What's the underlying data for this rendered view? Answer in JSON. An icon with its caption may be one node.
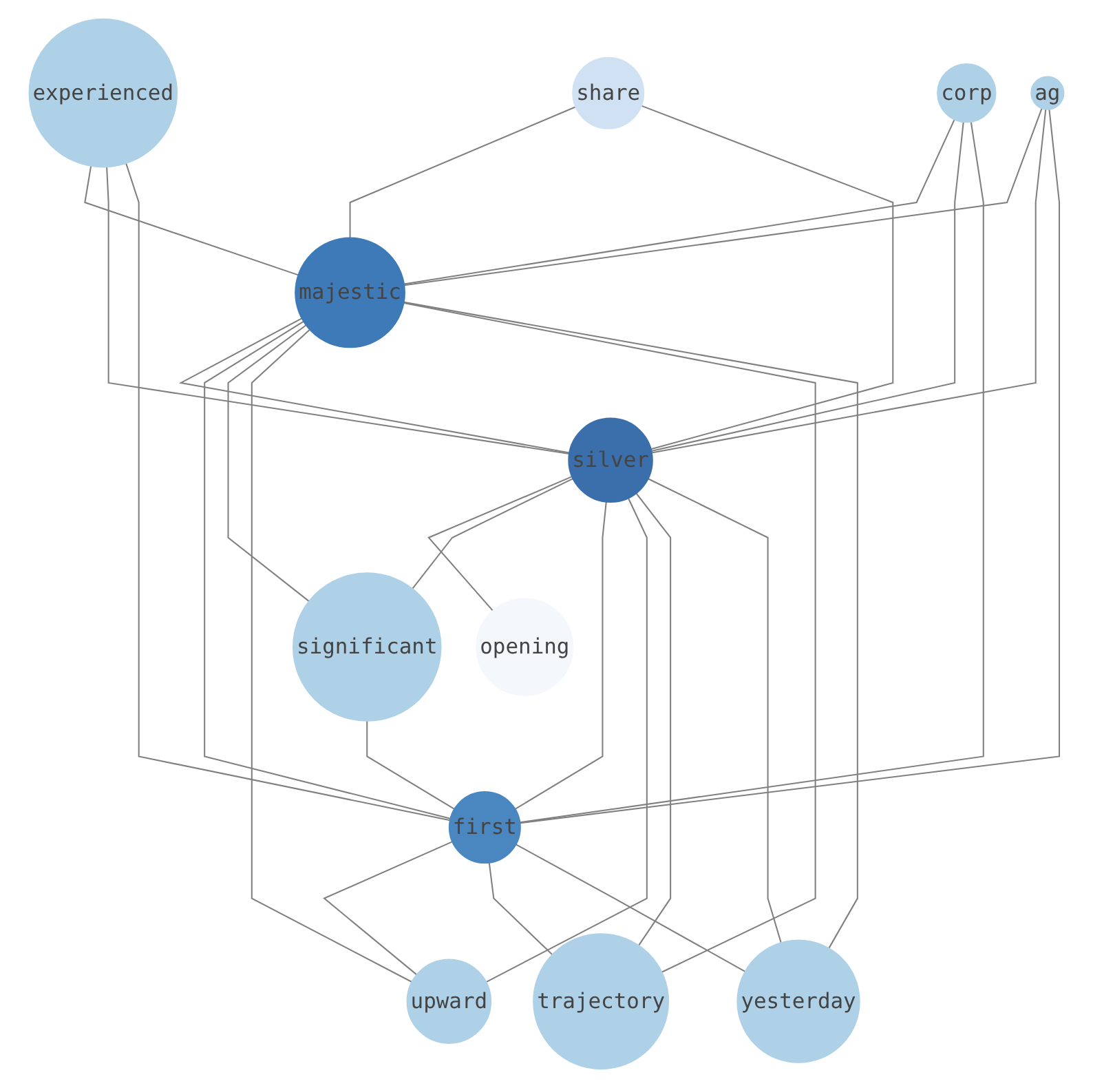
{
  "diagram": {
    "nodes": [
      {
        "text": [
          "share"
        ]
      },
      {
        "text": [
          "experienced"
        ]
      },
      {
        "text": [
          "corp"
        ]
      },
      {
        "text": [
          "ag"
        ]
      },
      {
        "text": [
          "majestic"
        ]
      },
      {
        "text": [
          "silver"
        ]
      },
      {
        "text": [
          "opening"
        ]
      },
      {
        "text": [
          "significant"
        ]
      },
      {
        "text": [
          "first"
        ]
      },
      {
        "text": [
          "upward"
        ]
      },
      {
        "text": [
          "trajectory"
        ]
      },
      {
        "text": [
          "yesterday"
        ]
      }
    ],
    "edges": [
      {
        "from": 0,
        "to": 4,
        "arrow": "none"
      },
      {
        "from": 0,
        "to": 5,
        "arrow": "none"
      },
      {
        "from": 1,
        "to": 4,
        "arrow": "none"
      },
      {
        "from": 1,
        "to": 5,
        "arrow": "none"
      },
      {
        "from": 1,
        "to": 8,
        "arrow": "none"
      },
      {
        "from": 2,
        "to": 4,
        "arrow": "none"
      },
      {
        "from": 2,
        "to": 5,
        "arrow": "none"
      },
      {
        "from": 2,
        "to": 8,
        "arrow": "none"
      },
      {
        "from": 3,
        "to": 4,
        "arrow": "none"
      },
      {
        "from": 3,
        "to": 5,
        "arrow": "none"
      },
      {
        "from": 3,
        "to": 8,
        "arrow": "none"
      },
      {
        "from": 4,
        "to": 5,
        "arrow": "none"
      },
      {
        "from": 4,
        "to": 8,
        "arrow": "none"
      },
      {
        "from": 4,
        "to": 7,
        "arrow": "none"
      },
      {
        "from": 4,
        "to": 9,
        "arrow": "none"
      },
      {
        "from": 4,
        "to": 10,
        "arrow": "none"
      },
      {
        "from": 4,
        "to": 11,
        "arrow": "none"
      },
      {
        "from": 5,
        "to": 6,
        "arrow": "none"
      },
      {
        "from": 5,
        "to": 7,
        "arrow": "none"
      },
      {
        "from": 5,
        "to": 8,
        "arrow": "none"
      },
      {
        "from": 5,
        "to": 9,
        "arrow": "none"
      },
      {
        "from": 5,
        "to": 10,
        "arrow": "none"
      },
      {
        "from": 5,
        "to": 11,
        "arrow": "none"
      },
      {
        "from": 7,
        "to": 8,
        "arrow": "none"
      },
      {
        "from": 8,
        "to": 9,
        "arrow": "none"
      },
      {
        "from": 8,
        "to": 10,
        "arrow": "none"
      },
      {
        "from": 8,
        "to": 11,
        "arrow": "none"
      }
    ]
  }
}
